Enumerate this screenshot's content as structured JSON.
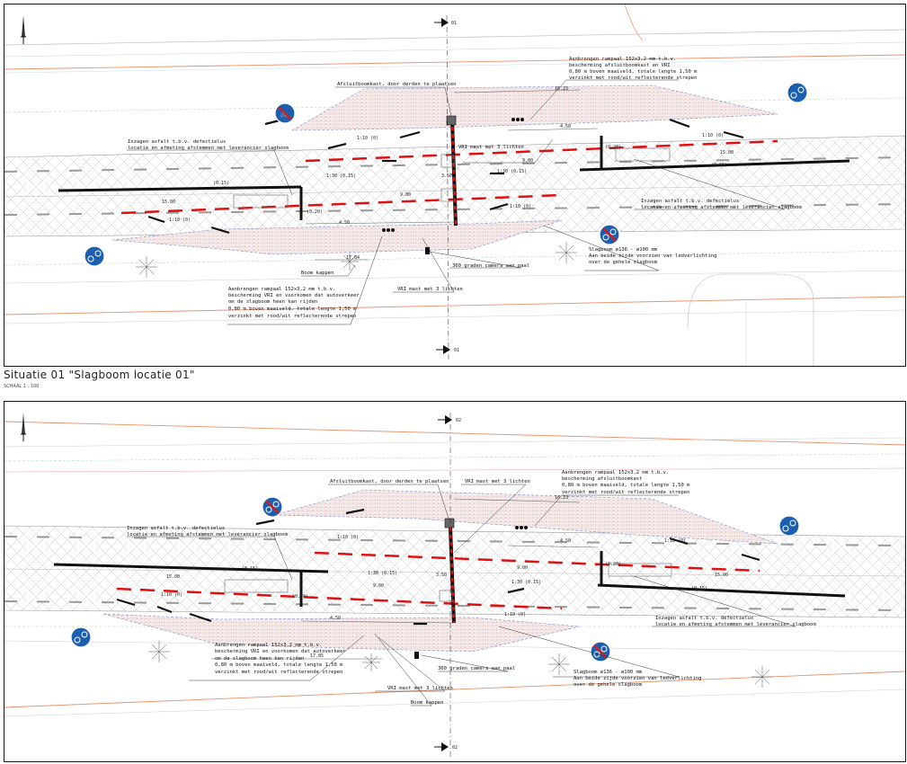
{
  "drawing": {
    "title": "Situatie 01 \"Slagboom locatie 01\"",
    "scale": "SCHAAL 1 : 100",
    "colors": {
      "frame": "#111111",
      "barrier_red": "#e01010",
      "road_line_black": "#111111",
      "kerb_orange": "#e8906a",
      "grid_green": "#a8d8a8",
      "sign_blue": "#1c5fb0",
      "sign_red": "#d21f1f",
      "hatch_grey": "#b8b8b8",
      "paving_red": "#d9a0a0"
    },
    "icons": [
      "north-arrow-icon",
      "section-marker-icon",
      "bicycle-sign-icon",
      "end-bicycle-sign-icon",
      "tree-icon",
      "camera-icon",
      "traffic-light-icon"
    ]
  },
  "panel1": {
    "section_marker_top": "01",
    "section_marker_bottom": "01",
    "labels": {
      "afsluitboomkast": "Afsluitboomkast, door derden te plaatsen",
      "rampaal_top": [
        "Aanbrengen rampaal 152x3,2 mm t.b.v.",
        "bescherming afsluitboomkast en VRI",
        "0,80 m boven maaiveld, totale lengte 1,50 m",
        "verzinkt met rood/wit reflecterende strepen"
      ],
      "inzagen_left": [
        "Inzagen asfalt t.b.v. defectielus",
        "locatie en afmeting afstemmen met leverancier slagboom"
      ],
      "vri_mast_inner": "VRI mast met 3 lichten",
      "inzagen_right": [
        "Inzagen asfalt t.b.v. defectielus",
        "locatie en afmeting afstemmen met leverancier slagboom"
      ],
      "slagboom": [
        "Slagboom ø136 - ø100 mm",
        "Aan beide zijde voorzien van ledverlichting",
        "over de gehele slagboom"
      ],
      "boom_kappen": "Boom kappen",
      "rampaal_bottom": [
        "Aanbrengen rampaal 152x3,2 mm t.b.v.",
        "bescherming VRI en voorkomen dat autoverkeer",
        "om de slagboom heen kan rijden",
        "0,80 m boven maaiveld, totale lengte 1,50 m",
        "verzinkt met rood/wit reflecterende strepen"
      ],
      "camera": "360 graden camera aan paal",
      "vri_mast_bottom": "VRI mast met 3 lichten"
    },
    "dimensions": {
      "d1623": "16.23",
      "d450_top": "4.50",
      "d900_a": "9.00",
      "d900_b": "9.00",
      "d1500_left": "15.00",
      "d1500_right": "15.00",
      "d450_bottom": "4.50",
      "d1784": "17.84",
      "d015_a": "(0.15)",
      "d015_b": "(0.15)",
      "d020_a": "(0.20)",
      "d020_b": "(0.20)",
      "d350": "3.50",
      "slope1": "1:10 (0)",
      "slope2": "1:30 (0.15)",
      "slope3": "1:30 (0.15)",
      "slope4": "1:10 (0)",
      "slope5": "1:10 (0)",
      "slope6": "1:10 (0)"
    }
  },
  "panel2": {
    "section_marker_top": "02",
    "section_marker_bottom": "02",
    "labels": {
      "afsluitboomkast": "Afsluitboomkast, door derden te plaatsen",
      "vri_mast_top": "VRI mast met 3 lichten",
      "rampaal_top": [
        "Aanbrengen rampaal 152x3,2 mm t.b.v.",
        "bescherming afsluitboomkast",
        "0,80 m boven maaiveld, totale lengte 1,50 m",
        "verzinkt met rood/wit reflecterende strepen"
      ],
      "inzagen_left": [
        "Inzagen asfalt t.b.v. defectielus",
        "locatie en afmeting afstemmen met leverancier slagboom"
      ],
      "inzagen_right": [
        "Inzagen asfalt t.b.v. defectielus",
        "locatie en afmeting afstemmen met leverancier slagboom"
      ],
      "rampaal_bottom": [
        "Aanbrengen rampaal 152x3,2 mm t.b.v.",
        "bescherming VRI en voorkomen dat autoverkeer",
        "om de slagboom heen kan rijden",
        "0,80 m boven maaiveld, totale lengte 1,50 m",
        "verzinkt met rood/wit reflecterende strepen"
      ],
      "camera": "360 graden camera aan paal",
      "vri_mast_bottom": "VRI mast met 3 lichten",
      "boom_kappen": "Boom kappen",
      "slagboom": [
        "Slagboom ø136 - ø100 mm",
        "Aan beide zijde voorzien van ledverlichting",
        "over de gehele slagboom"
      ]
    },
    "dimensions": {
      "d1623": "16.23",
      "d450_top": "4.50",
      "d900_a": "9.00",
      "d900_b": "9.00",
      "d1500_left": "15.00",
      "d1500_right": "15.00",
      "d450_bottom": "4.50",
      "d1785": "17.85",
      "d015_a": "(0.15)",
      "d015_b": "(0.15)",
      "d020_a": "(0.20)",
      "d020_b": "(0.20)",
      "d350": "3.50",
      "slope1": "1:10 (0)",
      "slope2": "1:30 (0.15)",
      "slope3": "1:30 (0.15)",
      "slope4": "1:10 (0)",
      "slope5": "1:10 (0)",
      "slope6": "1:10 (0)"
    }
  }
}
